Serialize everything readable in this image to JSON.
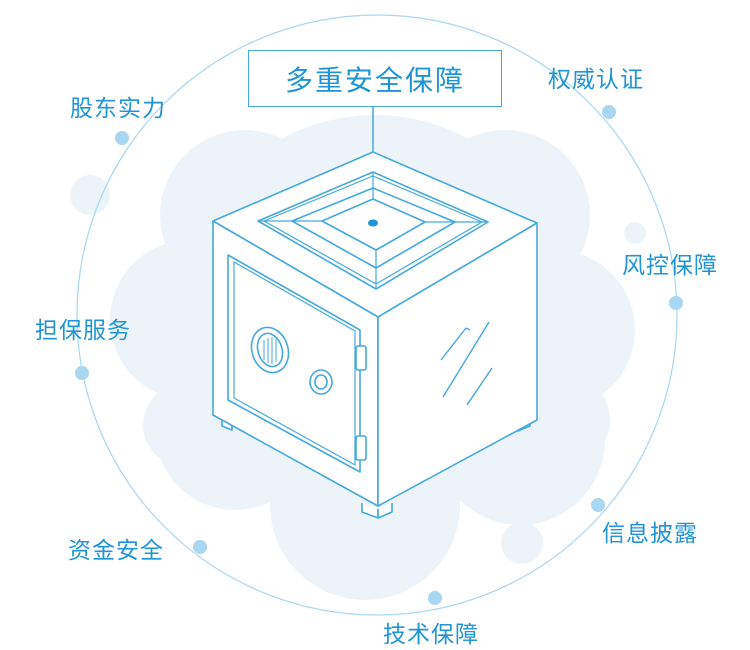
{
  "title": "多重安全保障",
  "features": [
    "股东实力",
    "权威认证",
    "风控保障",
    "担保服务",
    "信息披露",
    "资金安全",
    "技术保障"
  ],
  "colors": {
    "primary_text": "#1f94d6",
    "line": "#43a9df",
    "orbit": "#a9d6f1",
    "dot": "#a9d6f1",
    "cloud": "#ecf4fa"
  },
  "icon": "safe-box-icon"
}
